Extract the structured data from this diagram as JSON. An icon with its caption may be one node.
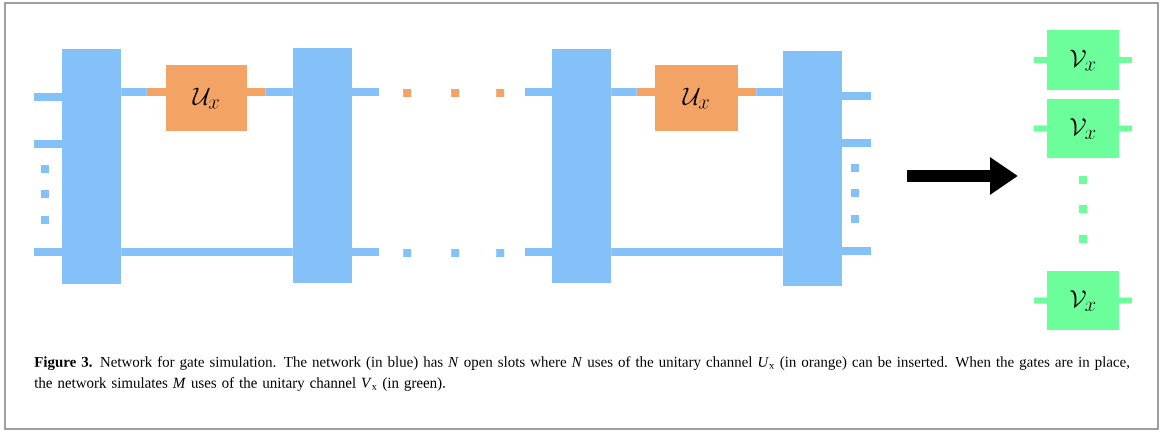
{
  "diagram": {
    "caption": "**Figure 3.** Network for gate simulation. The network (in blue) has *N* open slots where *N* uses of the unitary channel *U*$_{x}$ (in orange) can be inserted. When the gates are in place, the network simulates *M* uses of the unitary channel *V*$_{x}$ (in green).",
    "nodes": [
      {
        "text": [],
        "shape": "bar"
      },
      {
        "text": [],
        "shape": "bar"
      },
      {
        "text": [],
        "shape": "bar"
      },
      {
        "text": [],
        "shape": "bar"
      },
      {
        "text": [
          "\\mathcal{U}_x"
        ]
      },
      {
        "text": [
          "\\mathcal{U}_x"
        ]
      },
      {
        "text": [
          "\\mathcal{V}_x"
        ]
      },
      {
        "text": [
          "\\mathcal{V}_x"
        ]
      },
      {
        "text": [
          "\\mathcal{V}_x"
        ]
      }
    ],
    "edges": [
      {
        "from": 0,
        "to": 4,
        "arrow": "none"
      },
      {
        "from": 4,
        "to": 1,
        "arrow": "none"
      },
      {
        "from": 0,
        "to": 1,
        "arrow": "none"
      },
      {
        "from": 1,
        "to": 2,
        "arrow": "none",
        "style": "dashed",
        "color": "#f3a465"
      },
      {
        "from": 1,
        "to": 2,
        "arrow": "none",
        "style": "dashed"
      },
      {
        "from": 2,
        "to": 5,
        "arrow": "none"
      },
      {
        "from": 5,
        "to": 3,
        "arrow": "none"
      },
      {
        "from": 2,
        "to": 3,
        "arrow": "none"
      }
    ]
  }
}
